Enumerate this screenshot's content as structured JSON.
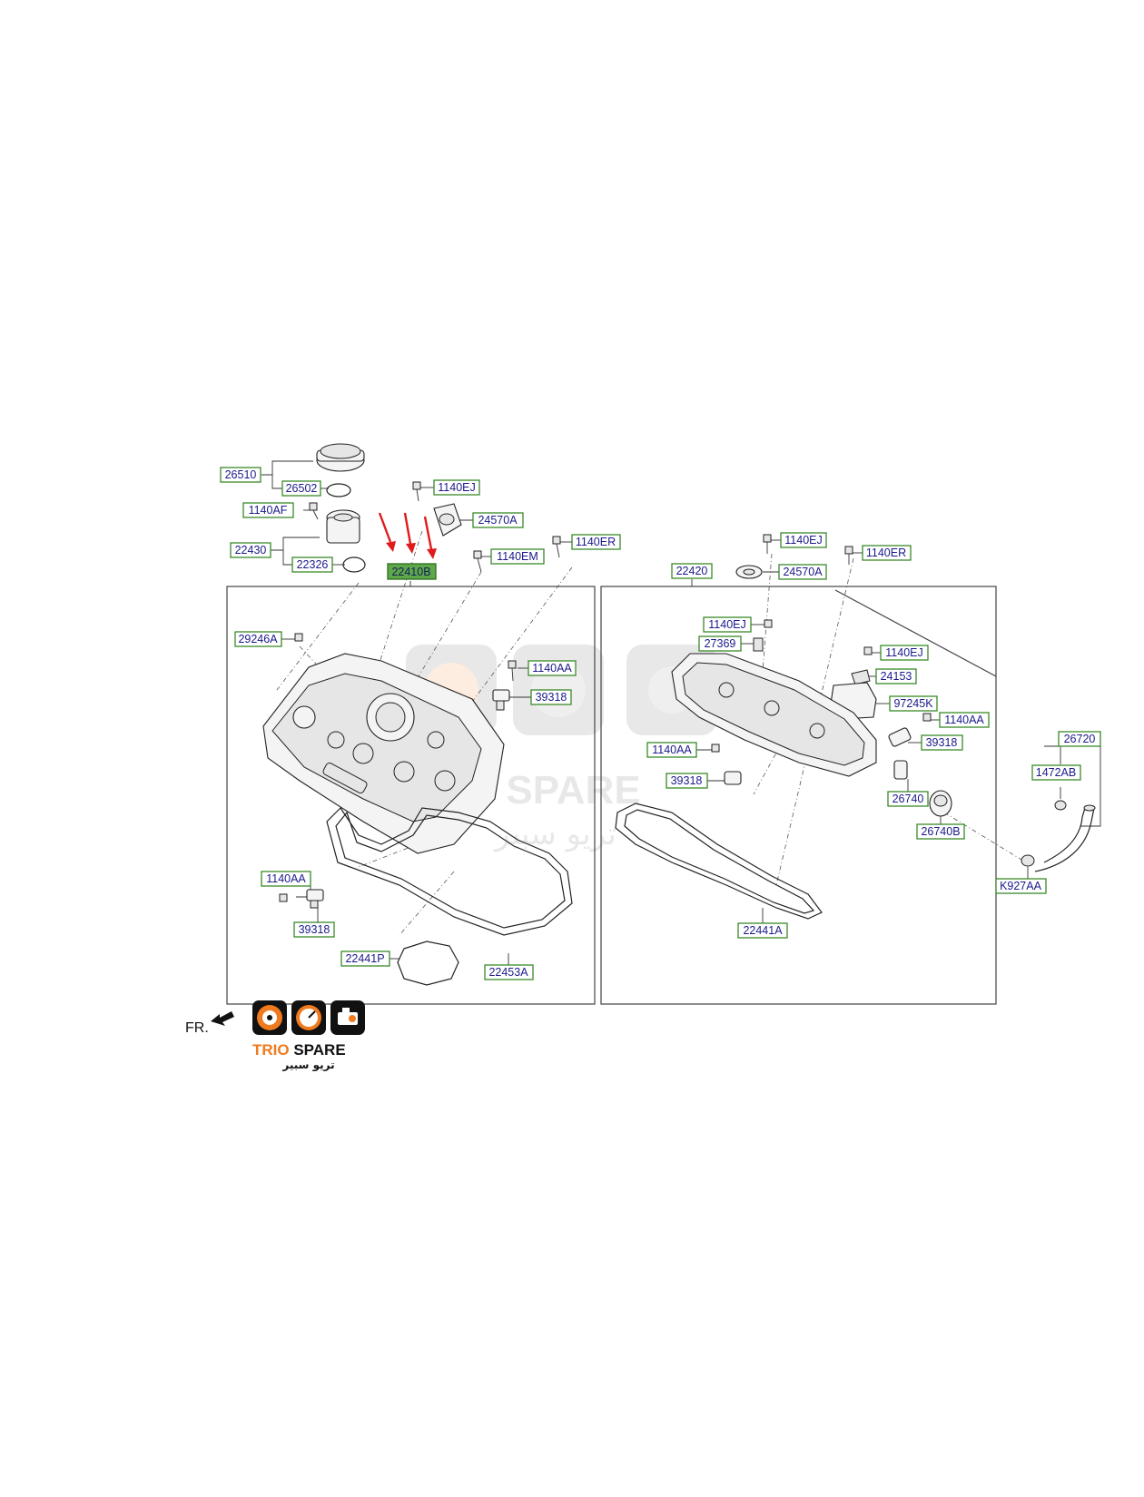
{
  "labels": {
    "l26510": "26510",
    "l26502": "26502",
    "l1140AF": "1140AF",
    "l22430": "22430",
    "l22326": "22326",
    "l1140EJ_a": "1140EJ",
    "l24570A_a": "24570A",
    "l22410B": "22410B",
    "l1140EM": "1140EM",
    "l1140ER_a": "1140ER",
    "l29246A": "29246A",
    "l1140AA_a": "1140AA",
    "l39318_a": "39318",
    "l1140AA_b": "1140AA",
    "l39318_b": "39318",
    "l22441P": "22441P",
    "l22453A": "22453A",
    "l22420": "22420",
    "l1140EJ_b": "1140EJ",
    "l24570A_b": "24570A",
    "l1140ER_b": "1140ER",
    "l1140EJ_c": "1140EJ",
    "l27369": "27369",
    "l1140EJ_d": "1140EJ",
    "l24153": "24153",
    "l97245K": "97245K",
    "l1140AA_c": "1140AA",
    "l39318_c": "39318",
    "l1140AA_d": "1140AA",
    "l39318_d": "39318",
    "l26740": "26740",
    "l26740B": "26740B",
    "l22441A": "22441A",
    "l26720": "26720",
    "l1472AB": "1472AB",
    "lK927AA": "K927AA"
  },
  "orientation": {
    "label": "FR."
  },
  "brand": {
    "name_part1": "TRIO",
    "name_part2": "SPARE",
    "arabic": "تريو سبير"
  },
  "colors": {
    "highlight_fill": "#5fa84a",
    "label_border": "#3a8a2a",
    "label_text": "#1a1a8c",
    "arrow": "#e01b1b",
    "brand_accent": "#f07a1e"
  },
  "icons": [
    "gauge-icon",
    "speedometer-icon",
    "engine-icon"
  ]
}
